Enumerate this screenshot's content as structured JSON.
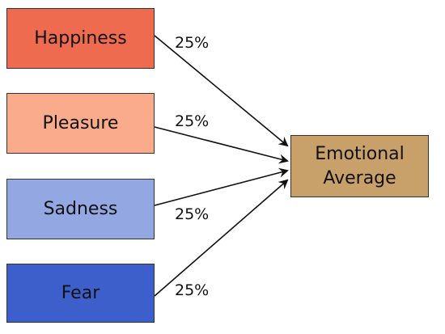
{
  "nodes": {
    "happiness": {
      "label": "Happiness",
      "color": "#ef6b4f"
    },
    "pleasure": {
      "label": "Pleasure",
      "color": "#f9ab8c"
    },
    "sadness": {
      "label": "Sadness",
      "color": "#93a8e2"
    },
    "fear": {
      "label": "Fear",
      "color": "#3c5fcc"
    },
    "average": {
      "label": "Emotional Average",
      "color": "#c8a06a"
    }
  },
  "edges": {
    "happiness": {
      "weight": "25%"
    },
    "pleasure": {
      "weight": "25%"
    },
    "sadness": {
      "weight": "25%"
    },
    "fear": {
      "weight": "25%"
    }
  },
  "stroke_color": "#111111"
}
